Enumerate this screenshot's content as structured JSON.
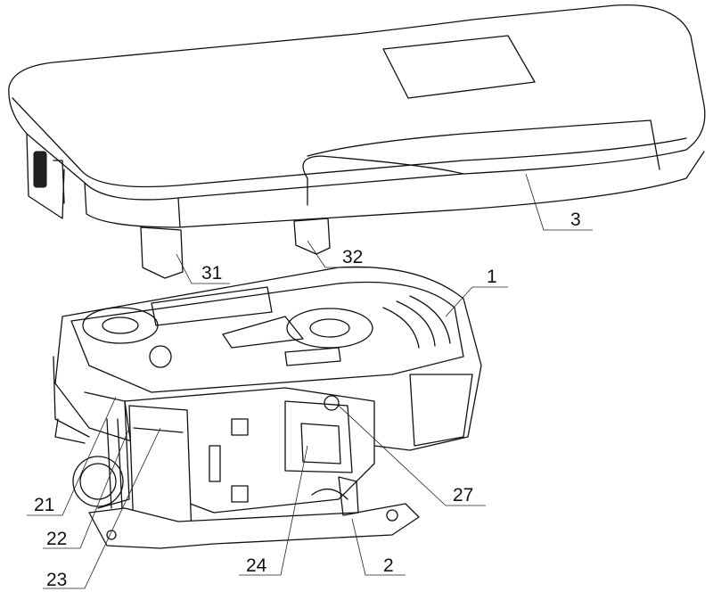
{
  "figure": {
    "labels": {
      "lid": "3",
      "lid_tab_left": "31",
      "lid_tab_right": "32",
      "cassette": "1",
      "part_27": "27",
      "part_21": "21",
      "part_22": "22",
      "part_23": "23",
      "part_24": "24",
      "base": "2"
    }
  }
}
